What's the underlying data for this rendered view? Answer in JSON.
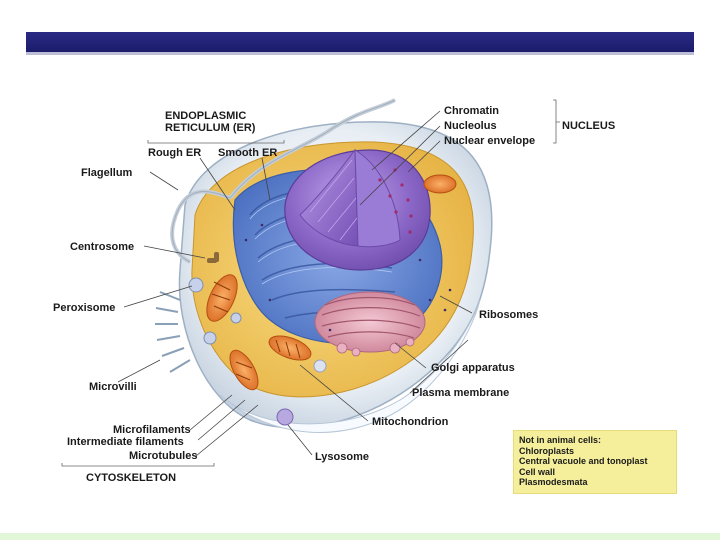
{
  "labels": {
    "er_title_line1": "ENDOPLASMIC",
    "er_title_line2": "RETICULUM (ER)",
    "rough_er": "Rough ER",
    "smooth_er": "Smooth ER",
    "flagellum": "Flagellum",
    "centrosome": "Centrosome",
    "peroxisome": "Peroxisome",
    "microvilli": "Microvilli",
    "microfilaments": "Microfilaments",
    "intermediate_filaments": "Intermediate filaments",
    "microtubules": "Microtubules",
    "cytoskeleton": "CYTOSKELETON",
    "chromatin": "Chromatin",
    "nucleolus": "Nucleolus",
    "nuclear_envelope": "Nuclear envelope",
    "nucleus": "NUCLEUS",
    "ribosomes": "Ribosomes",
    "golgi_apparatus": "Golgi apparatus",
    "plasma_membrane": "Plasma membrane",
    "mitochondrion": "Mitochondrion",
    "lysosome": "Lysosome"
  },
  "not_in_animal_cells": {
    "title": "Not in animal cells:",
    "items": [
      "Chloroplasts",
      "Central vacuole and tonoplast",
      "Cell wall",
      "Plasmodesmata"
    ]
  },
  "colors": {
    "title_bar": "#1c1c6c",
    "footer_bar": "#e2f7d8",
    "cytoplasm": "#f1c75a",
    "er": "#6b8fd8",
    "nucleus": "#8e6cc8",
    "golgi": "#e0a0b0",
    "mitochondria": "#f08a3a",
    "membrane": "#dde6ee",
    "note_box": "#f5ef9c"
  }
}
